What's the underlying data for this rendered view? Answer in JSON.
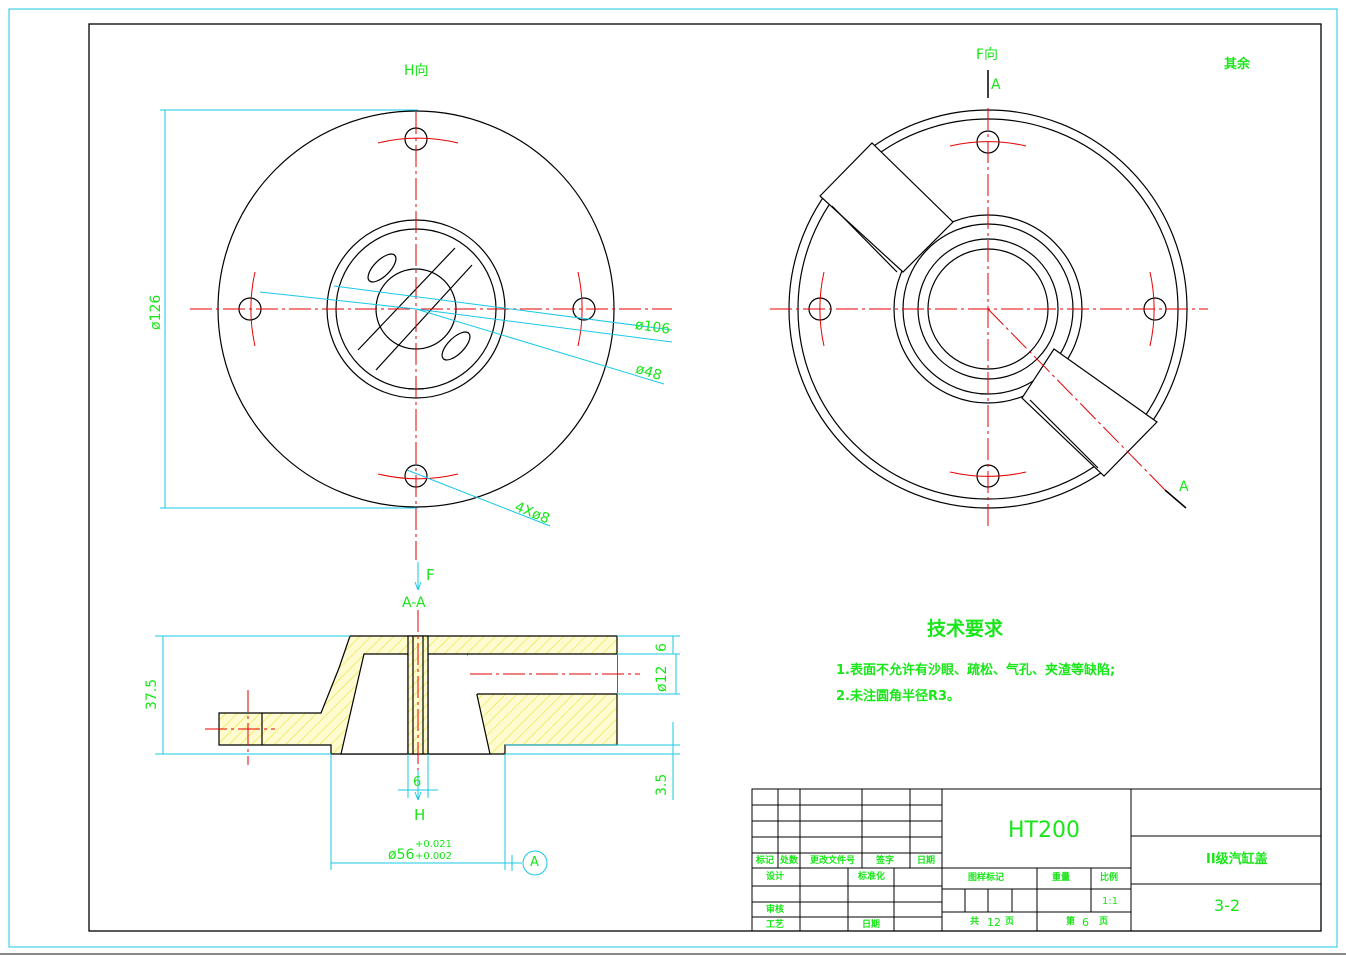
{
  "view_h_label": "H向",
  "view_f_label": "F向",
  "section_label": "A-A",
  "section_letter": "A",
  "arrow_f": "F",
  "arrow_h": "H",
  "dims": {
    "dia126": "ø126",
    "dia106": "ø106",
    "dia48": "ø48",
    "holes": "4Xø8",
    "h37_5": "37.5",
    "d6_top": "6",
    "dia12": "ø12",
    "d3_5": "3.5",
    "d6_bottom": "6",
    "dia56": "ø56",
    "tol_upper": "+0.021",
    "tol_lower": "+0.002",
    "datum": "A"
  },
  "corner_note": "其余",
  "tech": {
    "title": "技术要求",
    "line1": "1.表面不允许有沙眼、疏松、气孔、夹渣等缺陷;",
    "line2": "2.未注圆角半径R3。"
  },
  "title_block": {
    "material": "HT200",
    "part_name": "II级汽缸盖",
    "drawing_no": "3-2",
    "h_mark": "标记",
    "h_count": "处数",
    "h_doc": "更改文件号",
    "h_sign": "签字",
    "h_date": "日期",
    "design": "设计",
    "standard": "标准化",
    "review": "审核",
    "process": "工艺",
    "date": "日期",
    "stage": "图样标记",
    "weight": "重量",
    "scale_label": "比例",
    "scale": "1:1",
    "total_pre": "共",
    "total": "12",
    "page_suf": "页",
    "sheet_pre": "第",
    "sheet": "6",
    "sheet_suf": "页"
  }
}
